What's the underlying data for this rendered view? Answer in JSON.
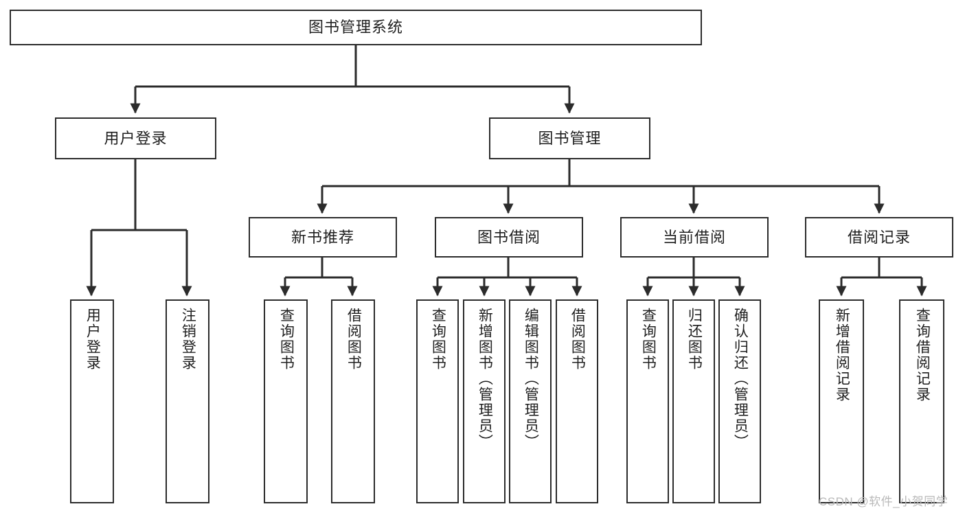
{
  "diagram": {
    "title": "图书管理系统",
    "type": "tree-structure-chart",
    "style": {
      "box_border_color": "#2b2b2b",
      "box_fill_color": "#ffffff",
      "edge_color": "#2b2b2b",
      "background_color": "#ffffff",
      "text_color": "#1f1f1f"
    },
    "nodes": {
      "root": {
        "label": "图书管理系统"
      },
      "level2": [
        {
          "id": "user-login",
          "label": "用户登录"
        },
        {
          "id": "book-manage",
          "label": "图书管理"
        }
      ],
      "level3": [
        {
          "id": "new-book-recommend",
          "label": "新书推荐"
        },
        {
          "id": "book-borrow",
          "label": "图书借阅"
        },
        {
          "id": "current-borrow",
          "label": "当前借阅"
        },
        {
          "id": "borrow-record",
          "label": "借阅记录"
        }
      ],
      "leaves": [
        {
          "id": "leaf-user-login",
          "label": "用户登录",
          "parent": "user-login"
        },
        {
          "id": "leaf-logout-login",
          "label": "注销登录",
          "parent": "user-login"
        },
        {
          "id": "leaf-query-book-1",
          "label": "查询图书",
          "parent": "new-book-recommend"
        },
        {
          "id": "leaf-borrow-book-1",
          "label": "借阅图书",
          "parent": "new-book-recommend"
        },
        {
          "id": "leaf-query-book-2",
          "label": "查询图书",
          "parent": "book-borrow"
        },
        {
          "id": "leaf-add-book",
          "label": "新增图书（管理员）",
          "parent": "book-borrow"
        },
        {
          "id": "leaf-edit-book",
          "label": "编辑图书（管理员）",
          "parent": "book-borrow"
        },
        {
          "id": "leaf-borrow-book-2",
          "label": "借阅图书",
          "parent": "book-borrow"
        },
        {
          "id": "leaf-query-book-3",
          "label": "查询图书",
          "parent": "current-borrow"
        },
        {
          "id": "leaf-return-book",
          "label": "归还图书",
          "parent": "current-borrow"
        },
        {
          "id": "leaf-confirm-return",
          "label": "确认归还（管理员）",
          "parent": "current-borrow"
        },
        {
          "id": "leaf-add-record",
          "label": "新增借阅记录",
          "parent": "borrow-record"
        },
        {
          "id": "leaf-query-record",
          "label": "查询借阅记录",
          "parent": "borrow-record"
        }
      ]
    }
  },
  "watermark": {
    "text": "CSDN @软件_小贺同学"
  }
}
